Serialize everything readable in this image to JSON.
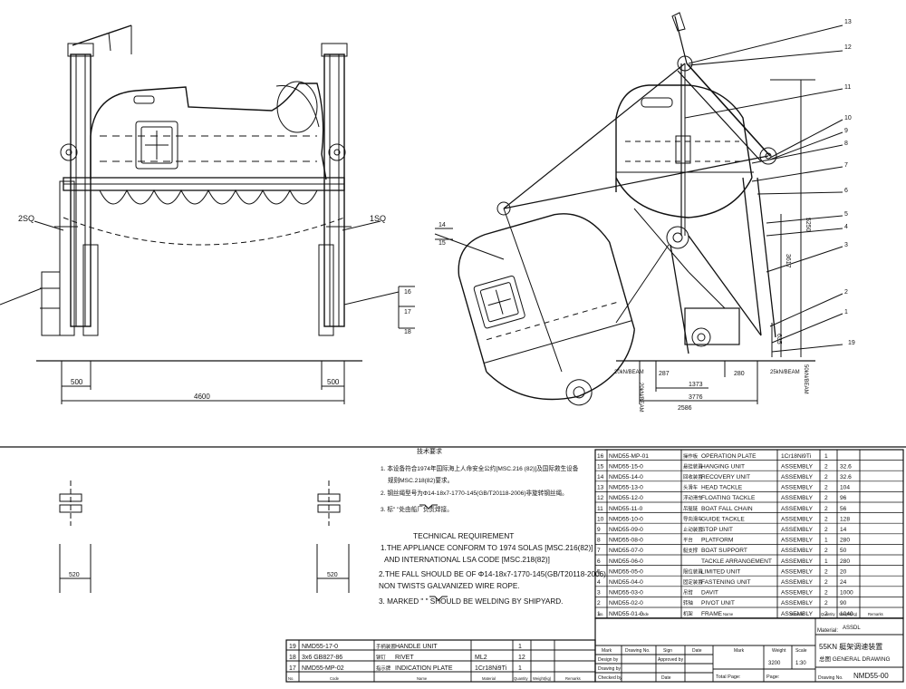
{
  "drawing": {
    "dimensions": {
      "left_500": "500",
      "right_500": "500",
      "span_4600": "4600",
      "top_520": "520",
      "bottom_520": "520",
      "d_287": "287",
      "d_1373": "1373",
      "d_280": "280",
      "d_3776": "3776",
      "d_2586": "2586",
      "d_5250": "5250",
      "d_3617": "3617",
      "d_635": "635"
    },
    "section_labels": {
      "left": "2SQ",
      "right": "1SQ"
    },
    "left_callouts": [
      "16",
      "17",
      "18"
    ],
    "side_callouts": [
      "13",
      "12",
      "11",
      "10",
      "9",
      "8",
      "7",
      "6",
      "5",
      "4",
      "3",
      "2",
      "1",
      "19"
    ],
    "tilted_callouts": [
      "14",
      "15"
    ],
    "beam_labels": {
      "top_left": "20kN/BEAM",
      "top_right": "25kN/BEAM",
      "side_left": "20kN/BEAM",
      "side_right": "50kN/BEAM"
    }
  },
  "notes": {
    "cn_heading": "技术要求",
    "cn_lines": [
      "1. 本设备符合1974年国际海上人命安全公约[MSC.216 (82)]及国际救生设备",
      "规则MSC.218(82)要求。",
      "2. 钢丝绳型号为Φ14-18x7-1770-145(GB/T20118-2006)非旋转钢丝绳。",
      "3. 标\"          \"处由船厂负责焊接。"
    ],
    "heading": "TECHNICAL REQUIREMENT",
    "lines": [
      "1.THE APPLIANCE CONFORM TO 1974 SOLAS [MSC.216(82)]",
      "AND  INTERNATIONAL LSA CODE [MSC.218(82)]",
      "2.THE FALL SHOULD BE OF Φ14-18x7-1770-145(GB/T20118-2006)",
      "NON TWISTS GALVANIZED WIRE ROPE.",
      "3. MARKED \"       \" SHOULD BE WELDING BY SHIPYARD."
    ]
  },
  "bom_upper": {
    "rows": [
      {
        "no": "16",
        "code": "NMD55-MP-01",
        "cn": "操作板",
        "name": "OPERATION PLATE",
        "material": "1Cr18Ni9Ti",
        "qty": "1",
        "weight": ""
      },
      {
        "no": "15",
        "code": "NMD55-15-0",
        "cn": "悬挂装置",
        "name": "HANGING UNIT",
        "material": "ASSEMBLY",
        "qty": "2",
        "weight": "32.6"
      },
      {
        "no": "14",
        "code": "NMD55-14-0",
        "cn": "回收装置",
        "name": "RECOVERY UNIT",
        "material": "ASSEMBLY",
        "qty": "2",
        "weight": "32.6"
      },
      {
        "no": "13",
        "code": "NMD55-13-0",
        "cn": "头滑车",
        "name": "HEAD TACKLE",
        "material": "ASSEMBLY",
        "qty": "2",
        "weight": "104"
      },
      {
        "no": "12",
        "code": "NMD55-12-0",
        "cn": "浮动滑车",
        "name": "FLOATING TACKLE",
        "material": "ASSEMBLY",
        "qty": "2",
        "weight": "96"
      },
      {
        "no": "11",
        "code": "NMD55-11-0",
        "cn": "吊艇链",
        "name": "BOAT FALL CHAIN",
        "material": "ASSEMBLY",
        "qty": "2",
        "weight": "56"
      },
      {
        "no": "10",
        "code": "NMD55-10-0",
        "cn": "导向滑车",
        "name": "GUIDE TACKLE",
        "material": "ASSEMBLY",
        "qty": "2",
        "weight": "128"
      },
      {
        "no": "9",
        "code": "NMD55-09-0",
        "cn": "止动装置",
        "name": "STOP UNIT",
        "material": "ASSEMBLY",
        "qty": "2",
        "weight": "14"
      },
      {
        "no": "8",
        "code": "NMD55-08-0",
        "cn": "平台",
        "name": "PLATFORM",
        "material": "ASSEMBLY",
        "qty": "1",
        "weight": "280"
      },
      {
        "no": "7",
        "code": "NMD55-07-0",
        "cn": "艇支撑",
        "name": "BOAT SUPPORT",
        "material": "ASSEMBLY",
        "qty": "2",
        "weight": "50"
      },
      {
        "no": "6",
        "code": "NMD55-06-0",
        "cn": "",
        "name": "TACKLE ARRANGEMENT",
        "material": "ASSEMBLY",
        "qty": "1",
        "weight": "280"
      },
      {
        "no": "5",
        "code": "NMD55-05-0",
        "cn": "限位装置",
        "name": "LIMITED UNIT",
        "material": "ASSEMBLY",
        "qty": "2",
        "weight": "20"
      },
      {
        "no": "4",
        "code": "NMD55-04-0",
        "cn": "固定装置",
        "name": "FASTENING UNIT",
        "material": "ASSEMBLY",
        "qty": "2",
        "weight": "24"
      },
      {
        "no": "3",
        "code": "NMD55-03-0",
        "cn": "吊臂",
        "name": "DAVIT",
        "material": "ASSEMBLY",
        "qty": "2",
        "weight": "1000"
      },
      {
        "no": "2",
        "code": "NMD55-02-0",
        "cn": "转轴",
        "name": "PIVOT UNIT",
        "material": "ASSEMBLY",
        "qty": "2",
        "weight": "90"
      },
      {
        "no": "1",
        "code": "NMD55-01-0",
        "cn": "机架",
        "name": "FRAME",
        "material": "ASSEMBLY",
        "qty": "2",
        "weight": "1040"
      }
    ],
    "header": {
      "no": "No.",
      "code": "Code",
      "name": "Name",
      "material": "Material",
      "qty": "Quantity",
      "weight": "Weight(kg)",
      "remarks": "Remarks"
    }
  },
  "bom_lower": {
    "rows": [
      {
        "no": "19",
        "code": "NMD55-17-0",
        "cn": "手柄装置",
        "name": "HANDLE UNIT",
        "material": "",
        "qty": "1",
        "weight": ""
      },
      {
        "no": "18",
        "code": "3x6   GB827-86",
        "cn": "铆钉",
        "name": "RIVET",
        "material": "ML2",
        "qty": "12",
        "weight": ""
      },
      {
        "no": "17",
        "code": "NMD55-MP-02",
        "cn": "指示牌",
        "name": "INDICATION PLATE",
        "material": "1Cr18Ni9Ti",
        "qty": "1",
        "weight": ""
      }
    ],
    "header": {
      "no": "No.",
      "code": "Code",
      "name": "Name",
      "material": "Material",
      "qty": "Quantity",
      "weight": "Weight(kg)",
      "remarks": "Remarks"
    }
  },
  "title_block": {
    "material_label": "Material:",
    "material_value": "ASSDL",
    "title_line1": "55KN  艇架调速装置",
    "title_line2": "总图  GENERAL  DRAWING",
    "weight_label": "Weight",
    "weight_value": "3200",
    "scale_label": "Scale",
    "scale_value": "1:30",
    "mark_label": "Mark",
    "drawing_no_label": "Drawing No.",
    "drawing_no_value": "NMD55-00",
    "sign_label": "Sign",
    "date_label": "Date",
    "design_by": "Design by",
    "approved_by": "Approved by",
    "drawing_by": "Drawing by",
    "checked_by": "Checked by",
    "total_page": "Total Page:",
    "page": "Page:"
  }
}
